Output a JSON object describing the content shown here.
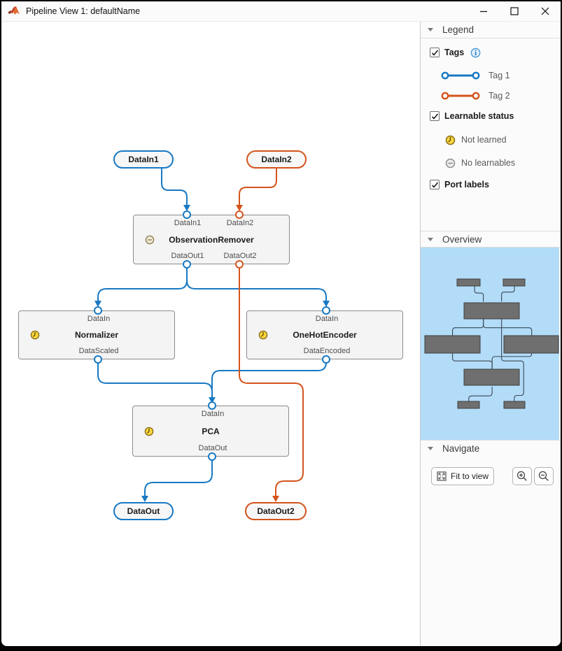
{
  "window": {
    "title": "Pipeline View 1: defaultName"
  },
  "sidebar": {
    "legend": {
      "header": "Legend",
      "tags_label": "Tags",
      "tag1_label": "Tag 1",
      "tag2_label": "Tag 2",
      "learnable_label": "Learnable status",
      "not_learned_label": "Not learned",
      "no_learnables_label": "No learnables",
      "port_labels_label": "Port labels",
      "tags_checked": true,
      "learnable_checked": true,
      "port_labels_checked": true
    },
    "overview": {
      "header": "Overview"
    },
    "navigate": {
      "header": "Navigate",
      "fit_label": "Fit to view"
    }
  },
  "pipeline": {
    "inputs": [
      {
        "label": "DataIn1",
        "tag": "Tag 1"
      },
      {
        "label": "DataIn2",
        "tag": "Tag 2"
      }
    ],
    "blocks": [
      {
        "name": "ObservationRemover",
        "status": "no-learnables",
        "in_ports": [
          "DataIn1",
          "DataIn2"
        ],
        "out_ports": [
          "DataOut1",
          "DataOut2"
        ]
      },
      {
        "name": "Normalizer",
        "status": "not-learned",
        "in_ports": [
          "DataIn"
        ],
        "out_ports": [
          "DataScaled"
        ]
      },
      {
        "name": "OneHotEncoder",
        "status": "not-learned",
        "in_ports": [
          "DataIn"
        ],
        "out_ports": [
          "DataEncoded"
        ]
      },
      {
        "name": "PCA",
        "status": "not-learned",
        "in_ports": [
          "DataIn"
        ],
        "out_ports": [
          "DataOut"
        ]
      }
    ],
    "outputs": [
      {
        "label": "DataOut",
        "tag": "Tag 1"
      },
      {
        "label": "DataOut2",
        "tag": "Tag 2"
      }
    ]
  },
  "colors": {
    "tag1_blue": "#1779C4",
    "tag2_orange": "#D4541C",
    "minimap_bg": "#B3DCF8",
    "block_fill": "#F4F4F4",
    "not_learned_yellow": "#FFD83D"
  }
}
